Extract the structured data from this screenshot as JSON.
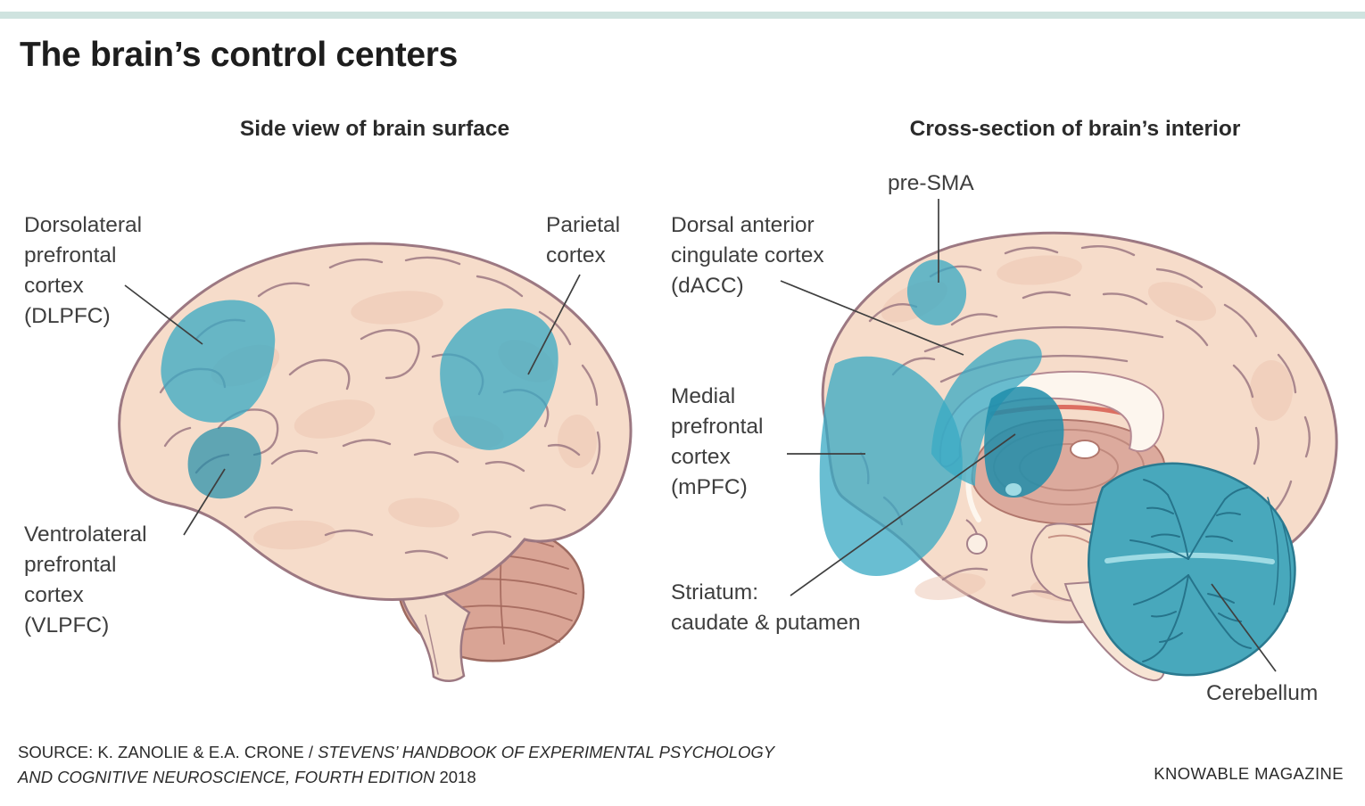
{
  "title": "The brain’s control centers",
  "colors": {
    "accent": "#3aa9c4",
    "accent_dark": "#1f8daa",
    "top_bar": "#cfe3df",
    "brain_fill": "#f6dcca",
    "brain_outline": "#9c7882",
    "ink": "#3e3e3e",
    "title_ink": "#1d1d1d"
  },
  "panels": {
    "left": {
      "heading": "Side view of brain surface",
      "labels": {
        "dlpfc": "Dorsolateral\nprefrontal\ncortex\n(DLPFC)",
        "parietal": "Parietal\ncortex",
        "vlpfc": "Ventrolateral\nprefrontal\ncortex\n(VLPFC)"
      }
    },
    "right": {
      "heading": "Cross-section of brain’s interior",
      "labels": {
        "presma": "pre-SMA",
        "dacc": "Dorsal anterior\ncingulate cortex\n(dACC)",
        "mpfc": "Medial\nprefrontal\ncortex\n(mPFC)",
        "striatum": "Striatum:\ncaudate & putamen",
        "cerebellum": "Cerebellum"
      }
    }
  },
  "footer": {
    "source": {
      "line1_regular": "SOURCE: K. ZANOLIE & E.A. CRONE / ",
      "line1_italic": "STEVENS’ HANDBOOK OF EXPERIMENTAL PSYCHOLOGY",
      "line2_italic": "AND COGNITIVE NEUROSCIENCE, FOURTH EDITION",
      "line2_regular": " 2018"
    },
    "credit": "KNOWABLE MAGAZINE"
  }
}
